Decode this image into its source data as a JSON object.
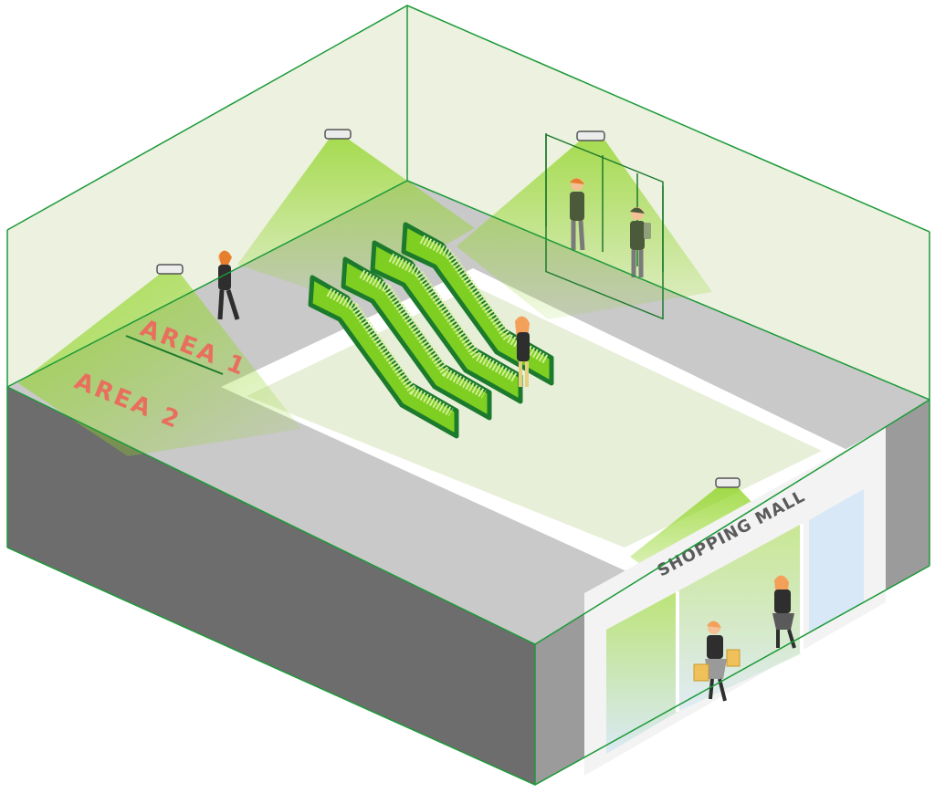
{
  "labels": {
    "area_1": "AREA 1",
    "area_2": "AREA 2",
    "shopping_mall": "SHOPPING MALL"
  },
  "colors": {
    "accent_green": "#8fd422",
    "dark_green": "#1c7a2c",
    "wall_tint": "#e9efda",
    "floor_grey": "#c8c8c8",
    "area_label": "#e86f5e"
  },
  "icons": [
    "ceiling-sensor-icon",
    "escalator-icon",
    "person-icon",
    "shopping-bag-icon"
  ]
}
